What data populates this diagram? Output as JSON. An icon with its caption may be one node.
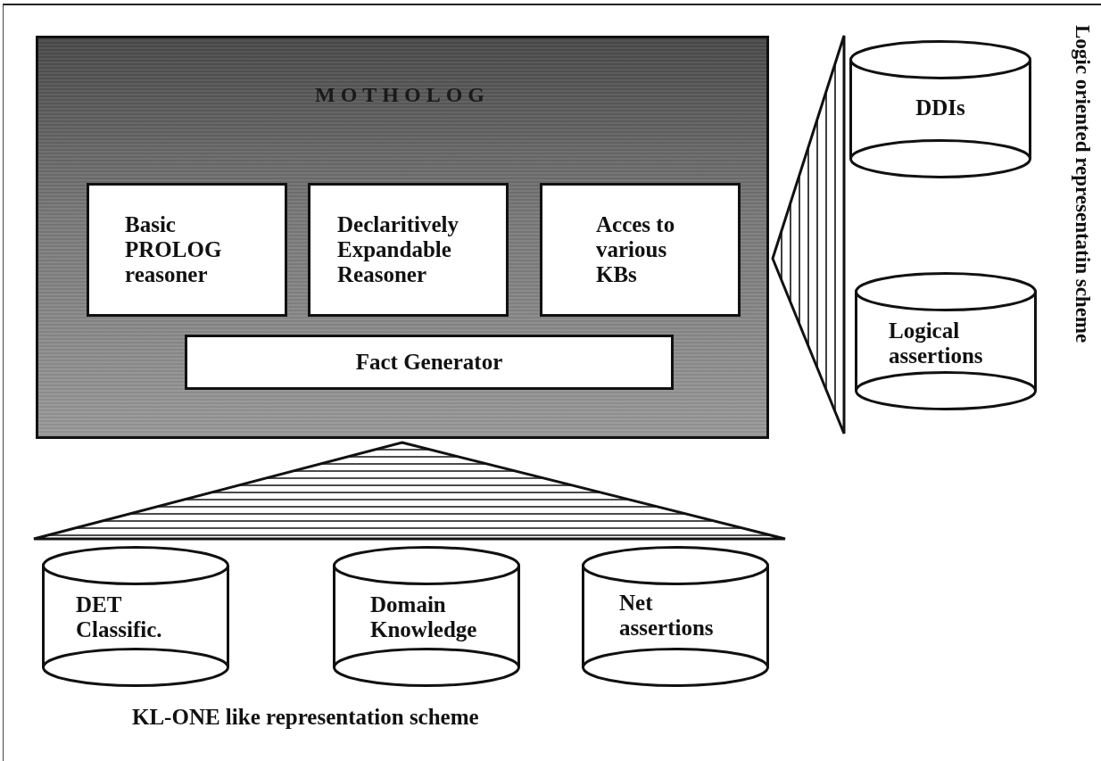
{
  "diagram": {
    "nodes": [
      {
        "text": [
          "MOTHOLOG"
        ]
      },
      {
        "text": [
          "Basic PROLOG reasoner"
        ],
        "in": 0
      },
      {
        "text": [
          "Declaritively Expandable Reasoner"
        ],
        "in": 0
      },
      {
        "text": [
          "Acces to various KBs"
        ],
        "in": 0
      },
      {
        "text": [
          "Fact Generator"
        ],
        "in": 0
      },
      {
        "text": [],
        "shape": "triangle"
      },
      {
        "text": [
          "DDIs"
        ]
      },
      {
        "text": [
          "Logical assertions"
        ]
      },
      {
        "text": [],
        "shape": "triangle"
      },
      {
        "text": [
          "DET Classific."
        ]
      },
      {
        "text": [
          "Domain Knowledge"
        ]
      },
      {
        "text": [
          "Net assertions"
        ]
      }
    ],
    "labels": [
      "Logic oriented representatin scheme",
      "KL-ONE like representation scheme"
    ]
  }
}
